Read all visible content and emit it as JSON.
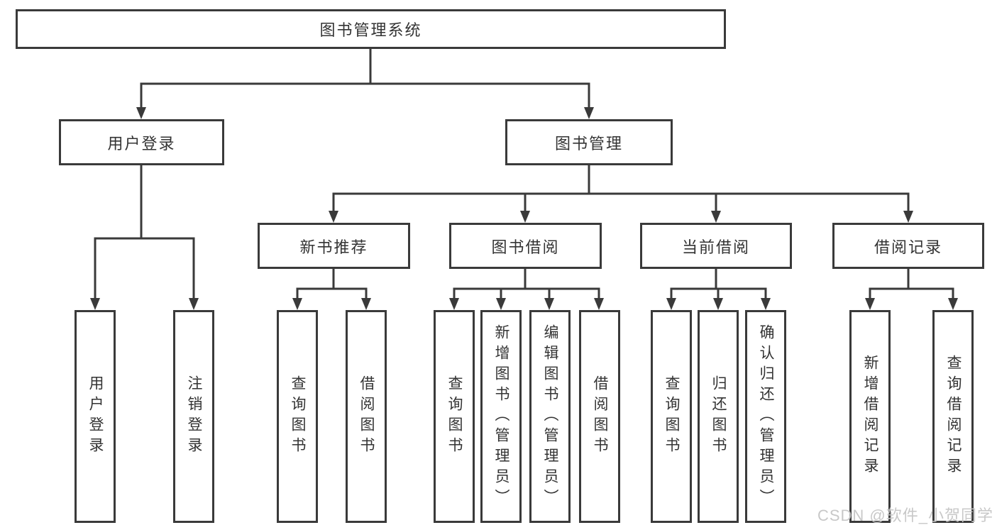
{
  "diagram": {
    "title": "图书管理系统",
    "colors": {
      "line": "#3a3a3a",
      "box_border": "#3a3a3a",
      "box_background": "#ffffff",
      "text": "#333333",
      "watermark": "#c6c6c6"
    },
    "tree": {
      "root": {
        "label": "图书管理系统",
        "children": [
          {
            "label": "用户登录",
            "children": [
              {
                "label": "用户登录"
              },
              {
                "label": "注销登录"
              }
            ]
          },
          {
            "label": "图书管理",
            "children": [
              {
                "label": "新书推荐",
                "children": [
                  {
                    "label": "查询图书"
                  },
                  {
                    "label": "借阅图书"
                  }
                ]
              },
              {
                "label": "图书借阅",
                "children": [
                  {
                    "label": "查询图书"
                  },
                  {
                    "label": "新增图书（管理员）"
                  },
                  {
                    "label": "编辑图书（管理员）"
                  },
                  {
                    "label": "借阅图书"
                  }
                ]
              },
              {
                "label": "当前借阅",
                "children": [
                  {
                    "label": "查询图书"
                  },
                  {
                    "label": "归还图书"
                  },
                  {
                    "label": "确认归还（管理员）"
                  }
                ]
              },
              {
                "label": "借阅记录",
                "children": [
                  {
                    "label": "新增借阅记录"
                  },
                  {
                    "label": "查询借阅记录"
                  }
                ]
              }
            ]
          }
        ]
      }
    }
  },
  "watermark": {
    "text": "CSDN @软件_小贺同学"
  }
}
